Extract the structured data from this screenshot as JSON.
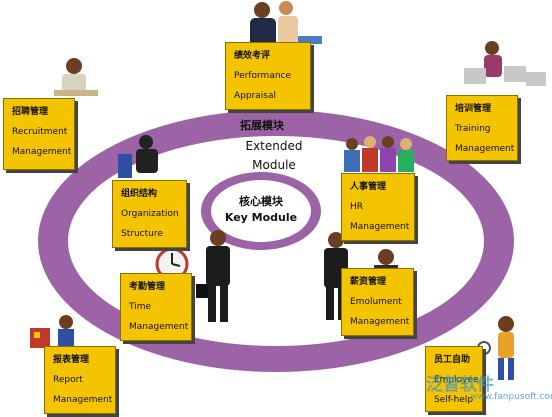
{
  "extended": {
    "cn": "拓展模块",
    "en_line1": "Extended",
    "en_line2": "Module"
  },
  "core": {
    "cn": "核心模块",
    "en": "Key Module"
  },
  "modules": {
    "performance": {
      "cn": "绩效考评",
      "en1": "Performance",
      "en2": "Appraisal"
    },
    "recruitment": {
      "cn": "招聘管理",
      "en1": "Recruitment",
      "en2": "Management"
    },
    "training": {
      "cn": "培训管理",
      "en1": "Training",
      "en2": "Management"
    },
    "organization": {
      "cn": "组织结构",
      "en1": "Organization",
      "en2": "Structure"
    },
    "hr": {
      "cn": "人事管理",
      "en1": "HR",
      "en2": "Management"
    },
    "attendance": {
      "cn": "考勤管理",
      "en1": "Time",
      "en2": "Management"
    },
    "emolument": {
      "cn": "薪资管理",
      "en1": "Emolument",
      "en2": "Management"
    },
    "report": {
      "cn": "报表管理",
      "en1": "Report",
      "en2": "Management"
    },
    "selfhelp": {
      "cn": "员工自助",
      "en1": "Employee",
      "en2": "Self-help"
    }
  },
  "watermark": {
    "brand": "泛普软件",
    "url": "www.fanpusoft.com"
  },
  "colors": {
    "ring": "#9c64a6",
    "box": "#f5c400"
  }
}
